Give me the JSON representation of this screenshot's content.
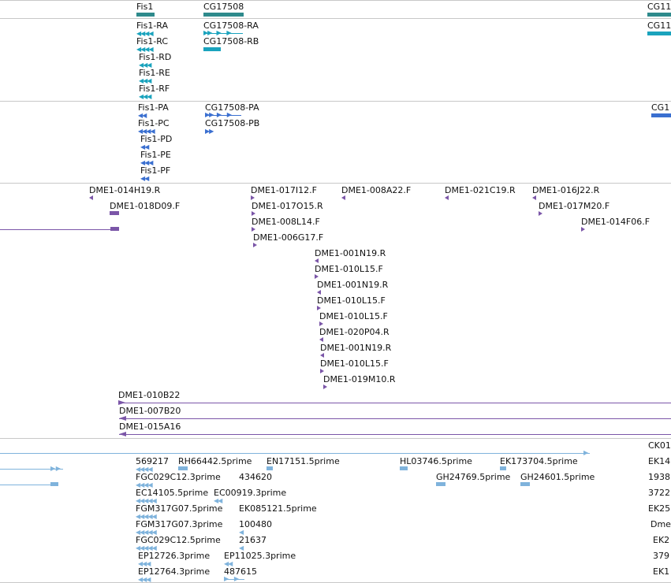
{
  "colors": {
    "gene": "#2e8a8c",
    "transcript": "#1aa3bd",
    "protein": "#3a6fd0",
    "clone": "#7b56a8",
    "est": "#7fb3dc",
    "divider": "#c8c8c8"
  },
  "genes": {
    "fis1": "Fis1",
    "cg17508": "CG17508",
    "cg11_trunc": "CG11"
  },
  "transcripts": {
    "fis1_ra": "Fis1-RA",
    "fis1_rc": "Fis1-RC",
    "fis1_rd": "Fis1-RD",
    "fis1_re": "Fis1-RE",
    "fis1_rf": "Fis1-RF",
    "cg17508_ra": "CG17508-RA",
    "cg17508_rb": "CG17508-RB",
    "cg11_trunc": "CG11"
  },
  "proteins": {
    "fis1_pa": "Fis1-PA",
    "fis1_pc": "Fis1-PC",
    "fis1_pd": "Fis1-PD",
    "fis1_pe": "Fis1-PE",
    "fis1_pf": "Fis1-PF",
    "cg17508_pa": "CG17508-PA",
    "cg17508_pb": "CG17508-PB",
    "cg1_trunc": "CG1"
  },
  "clones": {
    "c014H19R": "DME1-014H19.R",
    "c018D09F": "DME1-018D09.F",
    "c017I12F": "DME1-017I12.F",
    "c017O15R": "DME1-017O15.R",
    "c008L14F": "DME1-008L14.F",
    "c006G17F": "DME1-006G17.F",
    "c008A22F": "DME1-008A22.F",
    "c021C19R": "DME1-021C19.R",
    "c016J22R": "DME1-016J22.R",
    "c017M20F": "DME1-017M20.F",
    "c014F06F": "DME1-014F06.F",
    "c001N19R_a": "DME1-001N19.R",
    "c010L15F_a": "DME1-010L15.F",
    "c001N19R_b": "DME1-001N19.R",
    "c010L15F_b": "DME1-010L15.F",
    "c010L15F_c": "DME1-010L15.F",
    "c020P04R": "DME1-020P04.R",
    "c001N19R_c": "DME1-001N19.R",
    "c010L15F_d": "DME1-010L15.F",
    "c019M10R": "DME1-019M10.R",
    "c010B22": "DME1-010B22",
    "c007B20": "DME1-007B20",
    "c015A16": "DME1-015A16"
  },
  "ests": {
    "e569217": "569217",
    "eRH66442": "RH66442.5prime",
    "eEN17151": "EN17151.5prime",
    "eHL03746": "HL03746.5prime",
    "eEK173704": "EK173704.5prime",
    "eCK01": "CK01",
    "eFGC029C12_3": "FGC029C12.3prime",
    "e434620": "434620",
    "eGH24769": "GH24769.5prime",
    "eGH24601": "GH24601.5prime",
    "eEK14": "EK14",
    "e1938": "1938",
    "eEC14105": "EC14105.5prime",
    "eEC00919": "EC00919.3prime",
    "e3722": "3722",
    "eFGM317G07_5": "FGM317G07.5prime",
    "eEK085121": "EK085121.5prime",
    "eEK25": "EK25",
    "eFGM317G07_3": "FGM317G07.3prime",
    "e100480": "100480",
    "eDme": "Dme",
    "eFGC029C12_5": "FGC029C12.5prime",
    "e21637": "21637",
    "eEK2": "EK2",
    "eEP12726": "EP12726.3prime",
    "eEP11025": "EP11025.3prime",
    "e379": "379",
    "eEP12764": "EP12764.3prime",
    "e487615": "487615",
    "eEK1": "EK1"
  }
}
